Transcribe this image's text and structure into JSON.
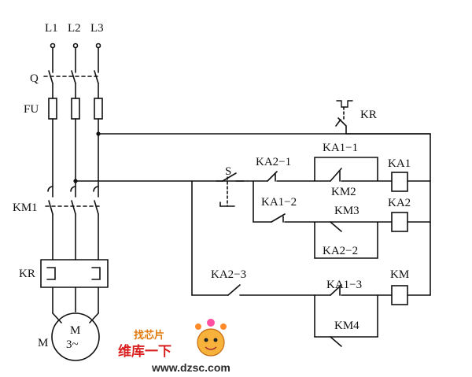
{
  "diagram": {
    "phases": [
      "L1",
      "L2",
      "L3"
    ],
    "labels": {
      "breaker": "Q",
      "fuse": "FU",
      "main_contactor": "KM1",
      "thermal_relay": "KR",
      "motor_ref": "M",
      "motor_symbol": "M",
      "motor_phase": "3~",
      "thermal_contact": "KR",
      "switch": "S",
      "ka2_1": "KA2−1",
      "ka1_1": "KA1−1",
      "ka1": "KA1",
      "km2": "KM2",
      "ka1_2": "KA1−2",
      "km3": "KM3",
      "ka2": "KA2",
      "ka2_2": "KA2−2",
      "ka2_3": "KA2−3",
      "ka1_3": "KA1−3",
      "km": "KM",
      "km4": "KM4"
    },
    "watermark": {
      "logo_text": "找芯片",
      "cn_text": "维库一下",
      "url": "www.dzsc.com"
    }
  }
}
